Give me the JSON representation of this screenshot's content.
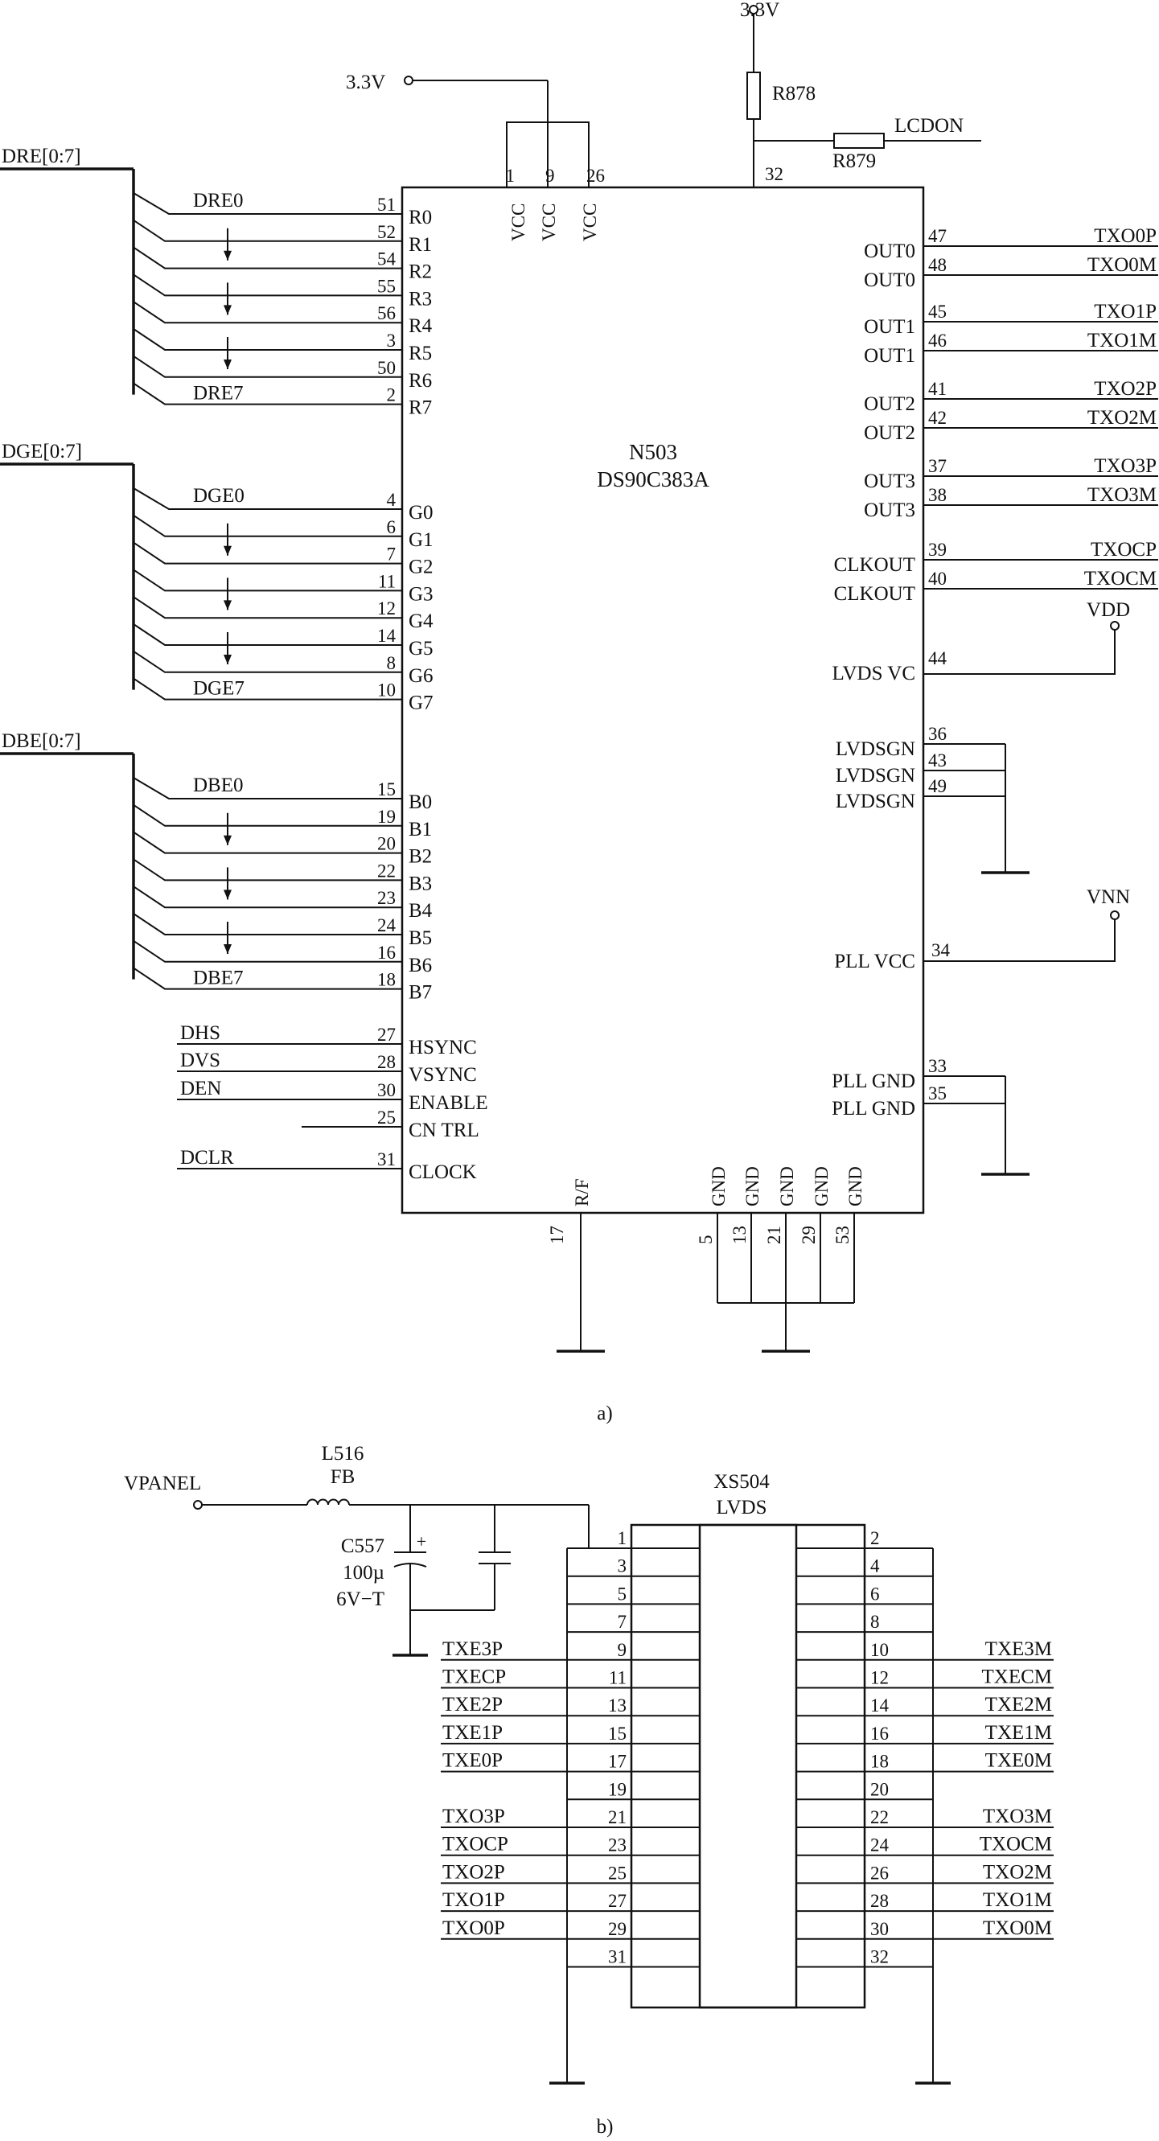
{
  "diagram_a": {
    "caption": "a)",
    "chip": {
      "ref": "N503",
      "part": "DS90C383A"
    },
    "supply_label": "3.3V",
    "supply_top_label": "3.3V",
    "r878": "R878",
    "r879": "R879",
    "lcdon": "LCDON",
    "vcc_pins": [
      {
        "num": "1",
        "name": "VCC"
      },
      {
        "num": "9",
        "name": "VCC"
      },
      {
        "num": "26",
        "name": "VCC"
      }
    ],
    "pin32": "32",
    "buses": [
      {
        "name": "DRE[0:7]",
        "first": "DRE0",
        "last": "DRE7",
        "pins": [
          {
            "num": "51",
            "name": "R0"
          },
          {
            "num": "52",
            "name": "R1"
          },
          {
            "num": "54",
            "name": "R2"
          },
          {
            "num": "55",
            "name": "R3"
          },
          {
            "num": "56",
            "name": "R4"
          },
          {
            "num": "3",
            "name": "R5"
          },
          {
            "num": "50",
            "name": "R6"
          },
          {
            "num": "2",
            "name": "R7"
          }
        ]
      },
      {
        "name": "DGE[0:7]",
        "first": "DGE0",
        "last": "DGE7",
        "pins": [
          {
            "num": "4",
            "name": "G0"
          },
          {
            "num": "6",
            "name": "G1"
          },
          {
            "num": "7",
            "name": "G2"
          },
          {
            "num": "11",
            "name": "G3"
          },
          {
            "num": "12",
            "name": "G4"
          },
          {
            "num": "14",
            "name": "G5"
          },
          {
            "num": "8",
            "name": "G6"
          },
          {
            "num": "10",
            "name": "G7"
          }
        ]
      },
      {
        "name": "DBE[0:7]",
        "first": "DBE0",
        "last": "DBE7",
        "pins": [
          {
            "num": "15",
            "name": "B0"
          },
          {
            "num": "19",
            "name": "B1"
          },
          {
            "num": "20",
            "name": "B2"
          },
          {
            "num": "22",
            "name": "B3"
          },
          {
            "num": "23",
            "name": "B4"
          },
          {
            "num": "24",
            "name": "B5"
          },
          {
            "num": "16",
            "name": "B6"
          },
          {
            "num": "18",
            "name": "B7"
          }
        ]
      }
    ],
    "control": [
      {
        "net": "DHS",
        "num": "27",
        "name": "HSYNC"
      },
      {
        "net": "DVS",
        "num": "28",
        "name": "VSYNC"
      },
      {
        "net": "DEN",
        "num": "30",
        "name": "ENABLE"
      },
      {
        "net": "",
        "num": "25",
        "name": "CN TRL"
      },
      {
        "net": "DCLR",
        "num": "31",
        "name": "CLOCK"
      }
    ],
    "outputs": [
      {
        "num": "47",
        "name": "OUT0",
        "net": "TXO0P"
      },
      {
        "num": "48",
        "name": "OUT0",
        "net": "TXO0M"
      },
      {
        "num": "45",
        "name": "OUT1",
        "net": "TXO1P"
      },
      {
        "num": "46",
        "name": "OUT1",
        "net": "TXO1M"
      },
      {
        "num": "41",
        "name": "OUT2",
        "net": "TXO2P"
      },
      {
        "num": "42",
        "name": "OUT2",
        "net": "TXO2M"
      },
      {
        "num": "37",
        "name": "OUT3",
        "net": "TXO3P"
      },
      {
        "num": "38",
        "name": "OUT3",
        "net": "TXO3M"
      },
      {
        "num": "39",
        "name": "CLKOUT",
        "net": "TXOCP"
      },
      {
        "num": "40",
        "name": "CLKOUT",
        "net": "TXOCM"
      }
    ],
    "lvds_vc": {
      "num": "44",
      "name": "LVDS VC",
      "net": "VDD"
    },
    "lvds_gnd": [
      {
        "num": "36",
        "name": "LVDSGN"
      },
      {
        "num": "43",
        "name": "LVDSGN"
      },
      {
        "num": "49",
        "name": "LVDSGN"
      }
    ],
    "pll_vcc": {
      "num": "34",
      "name": "PLL VCC",
      "net": "VNN"
    },
    "pll_gnd": [
      {
        "num": "33",
        "name": "PLL GND"
      },
      {
        "num": "35",
        "name": "PLL GND"
      }
    ],
    "rf": {
      "num": "17",
      "name": "R/F"
    },
    "gnd_pins": [
      {
        "num": "5",
        "name": "GND"
      },
      {
        "num": "13",
        "name": "GND"
      },
      {
        "num": "21",
        "name": "GND"
      },
      {
        "num": "29",
        "name": "GND"
      },
      {
        "num": "53",
        "name": "GND"
      }
    ]
  },
  "diagram_b": {
    "caption": "b)",
    "vpanel": "VPANEL",
    "inductor": {
      "ref": "L516",
      "value": "FB"
    },
    "capacitor": {
      "ref": "C557",
      "value": "100µ",
      "rating": "6V−T",
      "polarity": "+"
    },
    "connector": {
      "ref": "XS504",
      "name": "LVDS"
    },
    "rows": [
      {
        "l": "1",
        "r": "2",
        "ln": "",
        "rn": ""
      },
      {
        "l": "3",
        "r": "4",
        "ln": "",
        "rn": ""
      },
      {
        "l": "5",
        "r": "6",
        "ln": "",
        "rn": ""
      },
      {
        "l": "7",
        "r": "8",
        "ln": "",
        "rn": ""
      },
      {
        "l": "9",
        "r": "10",
        "ln": "TXE3P",
        "rn": "TXE3M"
      },
      {
        "l": "11",
        "r": "12",
        "ln": "TXECP",
        "rn": "TXECM"
      },
      {
        "l": "13",
        "r": "14",
        "ln": "TXE2P",
        "rn": "TXE2M"
      },
      {
        "l": "15",
        "r": "16",
        "ln": "TXE1P",
        "rn": "TXE1M"
      },
      {
        "l": "17",
        "r": "18",
        "ln": "TXE0P",
        "rn": "TXE0M"
      },
      {
        "l": "19",
        "r": "20",
        "ln": "",
        "rn": ""
      },
      {
        "l": "21",
        "r": "22",
        "ln": "TXO3P",
        "rn": "TXO3M"
      },
      {
        "l": "23",
        "r": "24",
        "ln": "TXOCP",
        "rn": "TXOCM"
      },
      {
        "l": "25",
        "r": "26",
        "ln": "TXO2P",
        "rn": "TXO2M"
      },
      {
        "l": "27",
        "r": "28",
        "ln": "TXO1P",
        "rn": "TXO1M"
      },
      {
        "l": "29",
        "r": "30",
        "ln": "TXO0P",
        "rn": "TXO0M"
      },
      {
        "l": "31",
        "r": "32",
        "ln": "",
        "rn": ""
      }
    ]
  }
}
